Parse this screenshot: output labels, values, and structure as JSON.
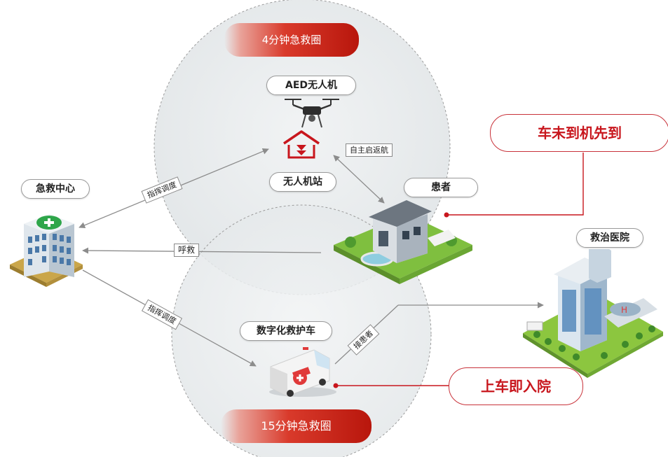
{
  "circles": {
    "top_title": "4分钟急救圈",
    "bottom_title": "15分钟急救圈"
  },
  "nodes": {
    "drone": "AED无人机",
    "station": "无人机站",
    "patient": "患者",
    "center": "急救中心",
    "ambulance": "数字化救护车",
    "hospital": "救治医院"
  },
  "edges": {
    "dispatch_top": "指挥调度",
    "call": "呼救",
    "dispatch_bottom": "指挥调度",
    "auto_return": "自主启返航",
    "pickup": "接患者"
  },
  "callouts": {
    "drone_first": "车未到机先到",
    "admit_on_board": "上车即入院"
  },
  "colors": {
    "accent_red": "#c8161d",
    "circle_fill": "#e9ecee",
    "arrow": "#8c8c8c",
    "grass": "#8cc63f"
  }
}
